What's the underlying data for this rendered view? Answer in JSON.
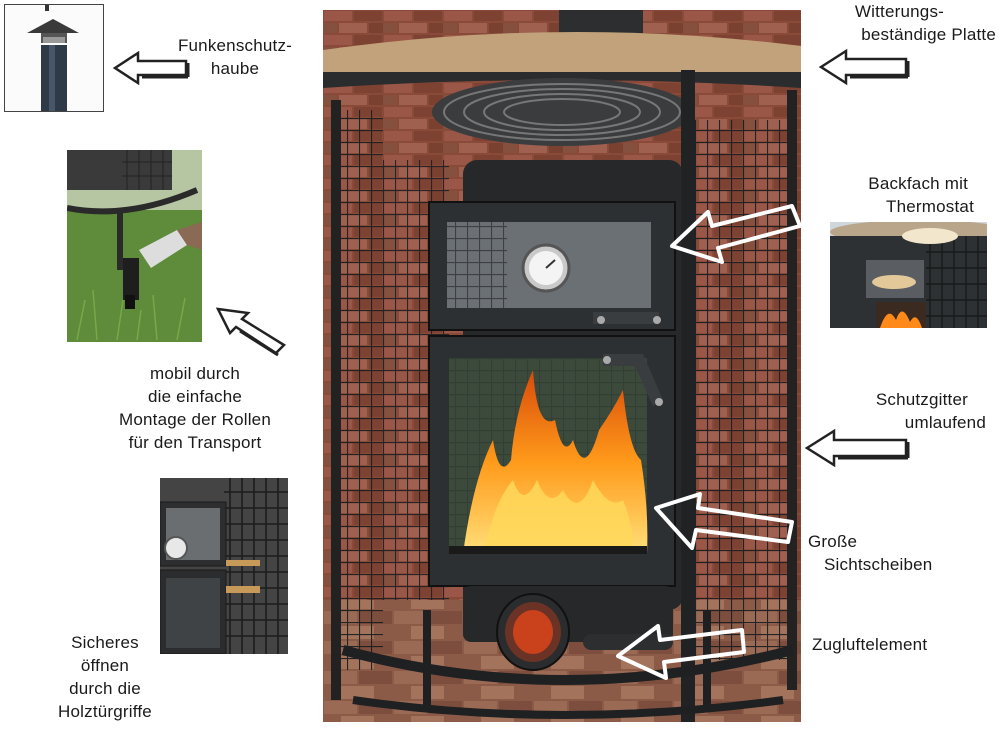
{
  "labels": {
    "funkenschutz": [
      "Funkenschutz-",
      "haube"
    ],
    "platte": [
      "Witterungs-",
      "beständige Platte"
    ],
    "backfach": [
      "Backfach mit",
      "Thermostat"
    ],
    "mobil": [
      "mobil durch",
      "die einfache",
      "Montage der Rollen",
      "für den Transport"
    ],
    "schutzgitter": [
      "Schutzgitter",
      "umlaufend"
    ],
    "sichtscheiben": [
      "Große",
      "Sichtscheiben"
    ],
    "zugluft": [
      "Zugluftelement"
    ],
    "sicheres": [
      "Sicheres",
      "öffnen",
      "durch die",
      "Holztürgriffe"
    ]
  },
  "colors": {
    "stove_black": "#2a2c2e",
    "brick": "#8a4a3a",
    "fire": "#ff9a1a",
    "grass": "#5f8c3a",
    "wood": "#c89a5a"
  },
  "icons": [
    "outline-arrow-icon",
    "thermometer-icon"
  ]
}
